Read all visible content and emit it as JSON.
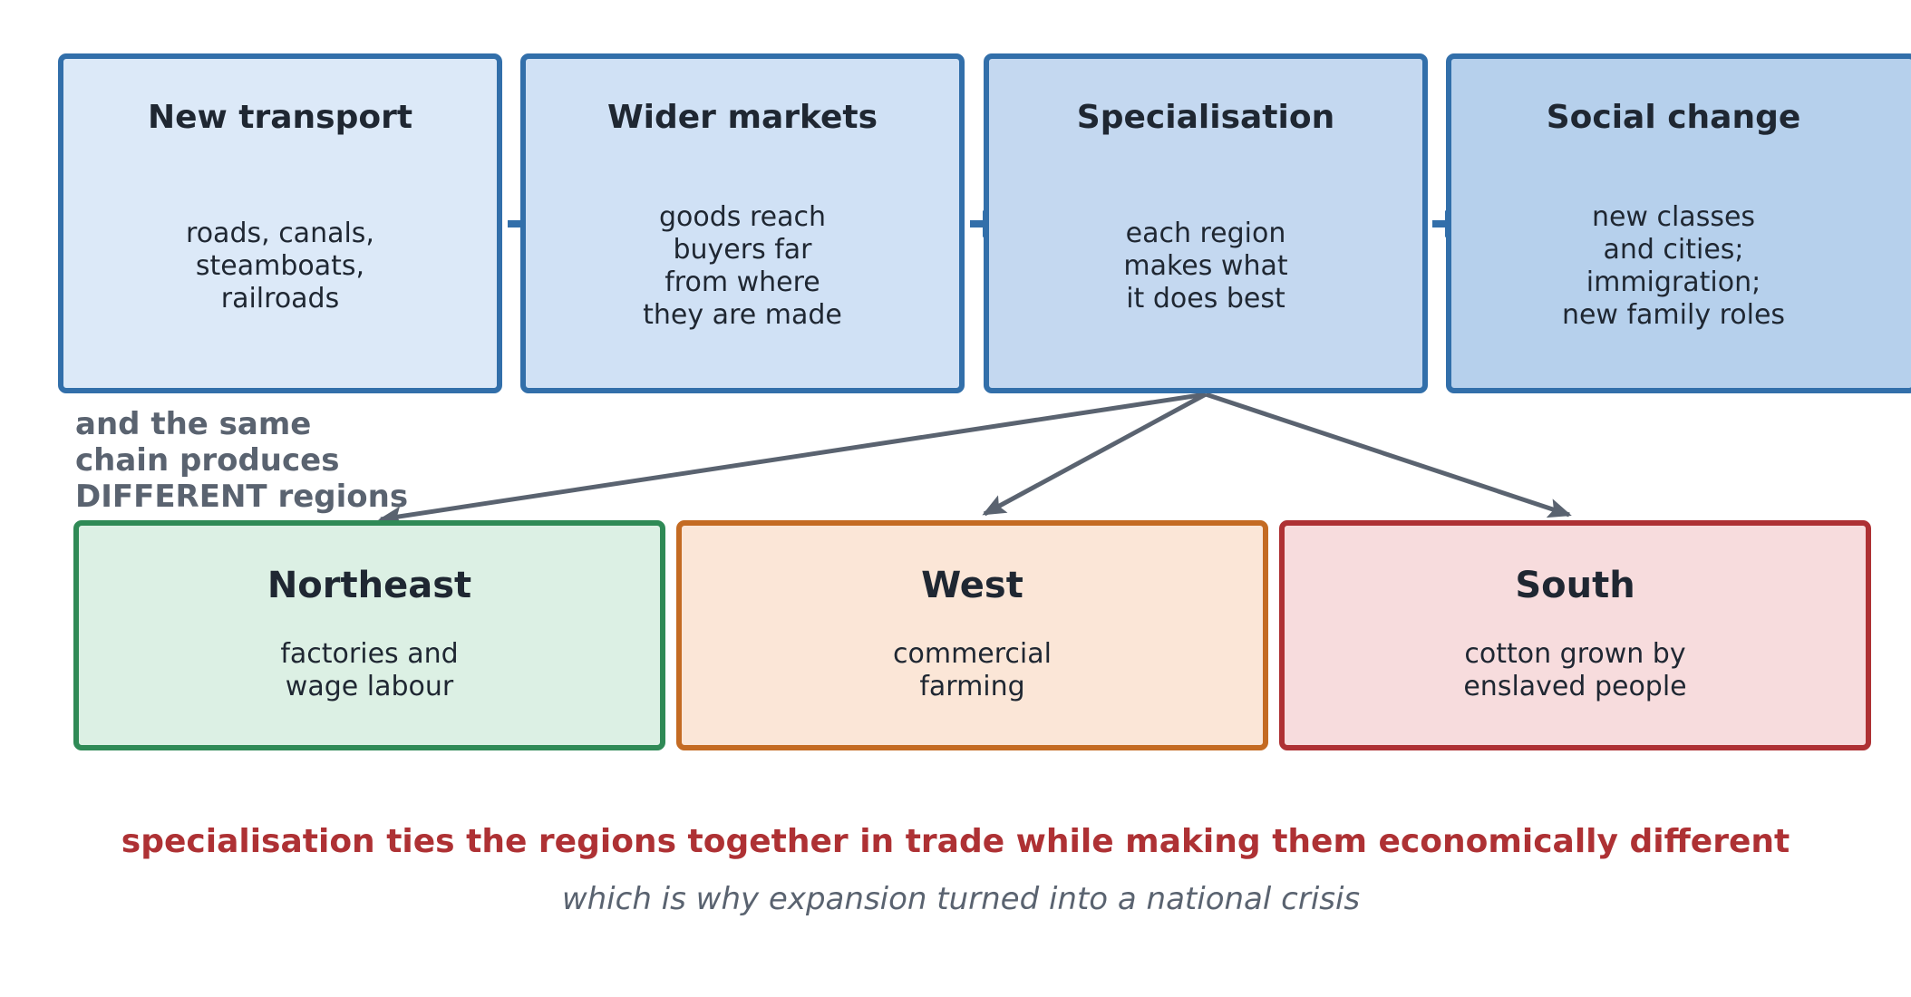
{
  "flow": {
    "steps": [
      {
        "title": "New transport",
        "description": "roads, canals,\nsteamboats,\nrailroads"
      },
      {
        "title": "Wider markets",
        "description": "goods reach\nbuyers far\nfrom where\nthey are made"
      },
      {
        "title": "Specialisation",
        "description": "each region\nmakes what\nit does best"
      },
      {
        "title": "Social change",
        "description": "new classes\nand cities;\nimmigration;\nnew family roles"
      }
    ]
  },
  "side_note": "and the same\nchain produces\nDIFFERENT regions",
  "regions": [
    {
      "title": "Northeast",
      "description": "factories and\nwage labour"
    },
    {
      "title": "West",
      "description": "commercial\nfarming"
    },
    {
      "title": "South",
      "description": "cotton grown by\nenslaved people"
    }
  ],
  "conclusion": "specialisation ties the regions together in trade while making them economically different",
  "subline": "which is why expansion turned into a national crisis",
  "colors": {
    "flow_border": "#326faa",
    "flow_arrow": "#326faa",
    "branch_arrow": "#5a6370",
    "northeast_border": "#2f8a56",
    "west_border": "#c46b23",
    "south_border": "#ae3134",
    "accent_text": "#ae3134",
    "muted_text": "#5a6370"
  }
}
